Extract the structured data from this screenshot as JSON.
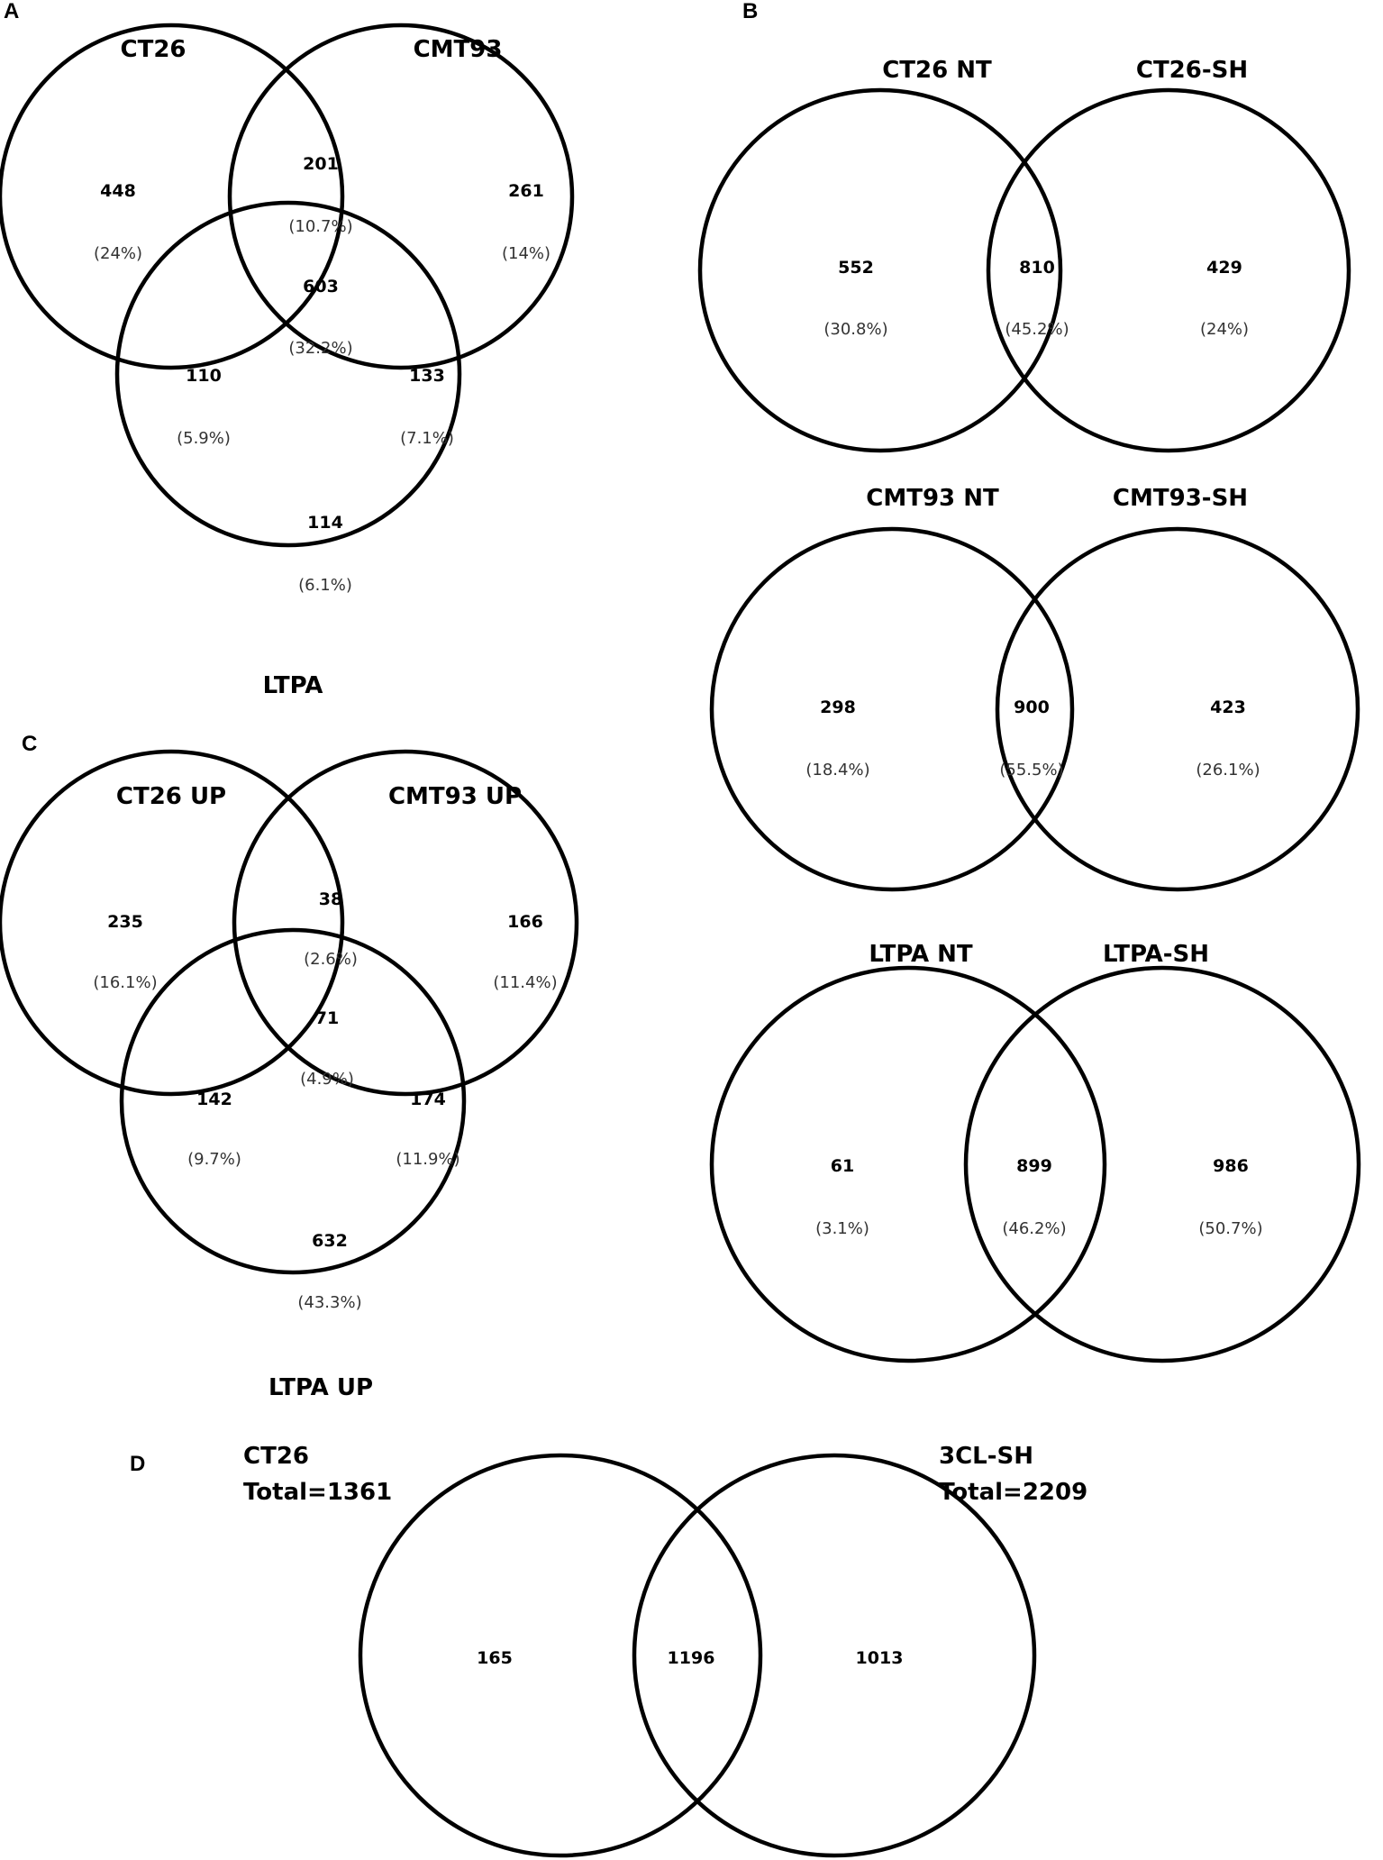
{
  "panels": {
    "A": {
      "letter": "A",
      "sets": {
        "s1": "CT26",
        "s2": "CMT93",
        "s3": "LTPA"
      },
      "regions": {
        "only1": {
          "count": "448",
          "pct": "(24%)"
        },
        "only2": {
          "count": "261",
          "pct": "(14%)"
        },
        "only3": {
          "count": "114",
          "pct": "(6.1%)"
        },
        "s12": {
          "count": "201",
          "pct": "(10.7%)"
        },
        "s13": {
          "count": "110",
          "pct": "(5.9%)"
        },
        "s23": {
          "count": "133",
          "pct": "(7.1%)"
        },
        "s123": {
          "count": "603",
          "pct": "(32.2%)"
        }
      }
    },
    "B": {
      "letter": "B",
      "pairs": [
        {
          "left_label": "CT26 NT",
          "right_label": "CT26-SH",
          "left": {
            "count": "552",
            "pct": "(30.8%)"
          },
          "both": {
            "count": "810",
            "pct": "(45.2%)"
          },
          "right": {
            "count": "429",
            "pct": "(24%)"
          }
        },
        {
          "left_label": "CMT93 NT",
          "right_label": "CMT93-SH",
          "left": {
            "count": "298",
            "pct": "(18.4%)"
          },
          "both": {
            "count": "900",
            "pct": "(55.5%)"
          },
          "right": {
            "count": "423",
            "pct": "(26.1%)"
          }
        },
        {
          "left_label": "LTPA NT",
          "right_label": "LTPA-SH",
          "left": {
            "count": "61",
            "pct": "(3.1%)"
          },
          "both": {
            "count": "899",
            "pct": "(46.2%)"
          },
          "right": {
            "count": "986",
            "pct": "(50.7%)"
          }
        }
      ]
    },
    "C": {
      "letter": "C",
      "sets": {
        "s1": "CT26 UP",
        "s2": "CMT93 UP",
        "s3": "LTPA UP"
      },
      "regions": {
        "only1": {
          "count": "235",
          "pct": "(16.1%)"
        },
        "only2": {
          "count": "166",
          "pct": "(11.4%)"
        },
        "only3": {
          "count": "632",
          "pct": "(43.3%)"
        },
        "s12": {
          "count": "38",
          "pct": "(2.6%)"
        },
        "s13": {
          "count": "142",
          "pct": "(9.7%)"
        },
        "s23": {
          "count": "174",
          "pct": "(11.9%)"
        },
        "s123": {
          "count": "71",
          "pct": "(4.9%)"
        }
      }
    },
    "D": {
      "letter": "D",
      "left_label": {
        "line1": "CT26",
        "line2": "Total=1361"
      },
      "right_label": {
        "line1": "3CL-SH",
        "line2": "Total=2209"
      },
      "left": {
        "count": "165"
      },
      "both": {
        "count": "1196"
      },
      "right": {
        "count": "1013"
      }
    }
  }
}
